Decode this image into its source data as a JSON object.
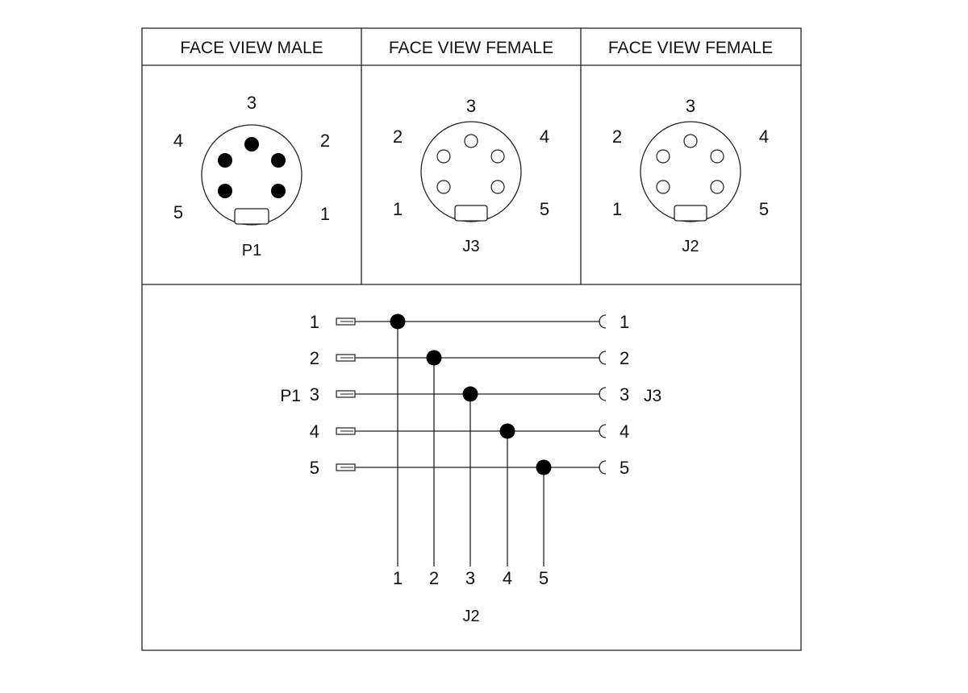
{
  "headers": [
    "FACE VIEW MALE",
    "FACE VIEW FEMALE",
    "FACE VIEW FEMALE"
  ],
  "connectors": [
    {
      "name": "P1",
      "gender": "male",
      "pin_labels": {
        "top": "3",
        "upper_left": "4",
        "upper_right": "2",
        "lower_left": "5",
        "lower_right": "1"
      }
    },
    {
      "name": "J3",
      "gender": "female",
      "pin_labels": {
        "top": "3",
        "upper_left": "2",
        "upper_right": "4",
        "lower_left": "1",
        "lower_right": "5"
      }
    },
    {
      "name": "J2",
      "gender": "female",
      "pin_labels": {
        "top": "3",
        "upper_left": "2",
        "upper_right": "4",
        "lower_left": "1",
        "lower_right": "5"
      }
    }
  ],
  "schematic": {
    "left_connector": "P1",
    "right_connector": "J3",
    "bottom_connector": "J2",
    "left_pins": [
      "1",
      "2",
      "3",
      "4",
      "5"
    ],
    "right_pins": [
      "1",
      "2",
      "3",
      "4",
      "5"
    ],
    "bottom_pins": [
      "1",
      "2",
      "3",
      "4",
      "5"
    ]
  },
  "colors": {
    "line": "#222222",
    "pin_fill_male": "#000000",
    "pin_fill_female": "#ffffff",
    "background": "#ffffff"
  }
}
